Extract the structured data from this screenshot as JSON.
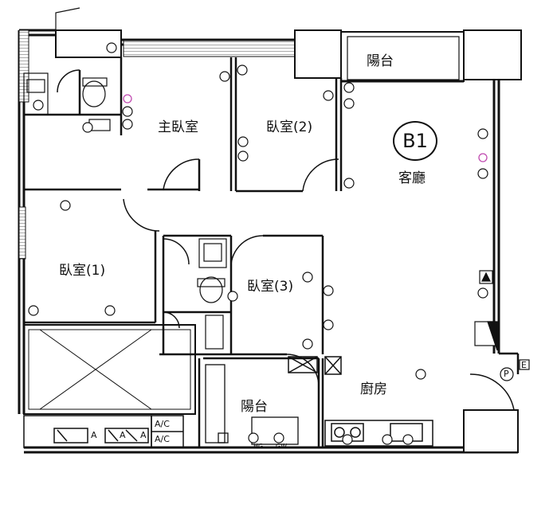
{
  "unit": "B1",
  "rooms": {
    "master_bedroom": "主臥室",
    "bedroom_2": "臥室(2)",
    "bedroom_1": "臥室(1)",
    "bedroom_3": "臥室(3)",
    "living_room": "客廳",
    "kitchen": "廚房",
    "balcony_top": "陽台",
    "balcony_bottom": "陽台"
  },
  "symbols": {
    "ac_1": "A/C",
    "ac_2": "A/C",
    "ac_unit_a1": "A",
    "ac_unit_a2": "A",
    "ac_unit_a3": "A",
    "meter_p": "P",
    "meter_e": "E",
    "hg": "HG",
    "gw": "GW"
  },
  "colors": {
    "line": "#111111",
    "accent_outlet": "#c04ab0",
    "background": "#ffffff"
  }
}
